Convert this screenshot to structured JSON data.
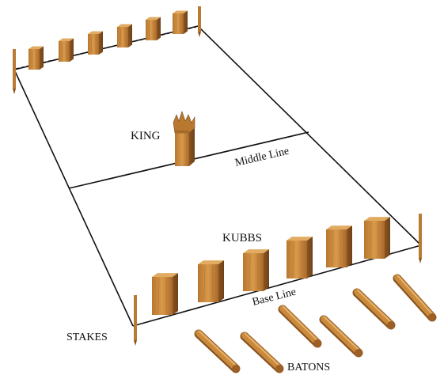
{
  "labels": {
    "king": "KING",
    "middle_line": "Middle Line",
    "kubbs": "KUBBS",
    "base_line": "Base Line",
    "stakes": "STAKES",
    "batons": "BATONS"
  },
  "colors": {
    "wood_light": "#c98a3c",
    "wood_mid": "#a8692a",
    "wood_dark": "#7b4a1c",
    "line": "#111111",
    "background": "#ffffff"
  },
  "counts": {
    "far_kubbs": 6,
    "near_kubbs": 6,
    "batons": 6,
    "stakes": 4
  }
}
